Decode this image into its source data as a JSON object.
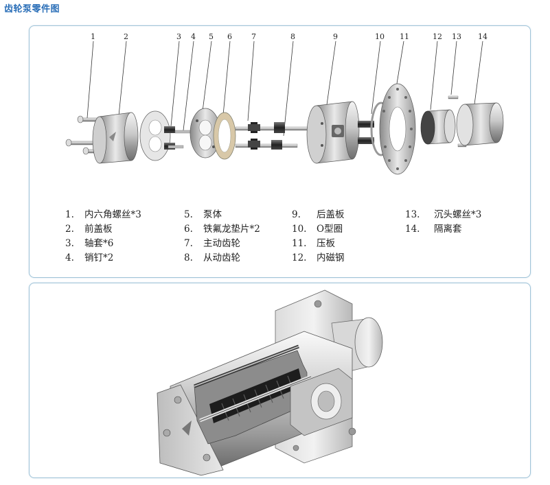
{
  "title": "齿轮泵零件图",
  "callout_numbers": [
    "1",
    "2",
    "3",
    "4",
    "5",
    "6",
    "7",
    "8",
    "9",
    "10",
    "11",
    "12",
    "13",
    "14"
  ],
  "legend": {
    "columns": [
      [
        {
          "num": "1.",
          "label": "内六角螺丝*3"
        },
        {
          "num": "2.",
          "label": "前盖板"
        },
        {
          "num": "3.",
          "label": "轴套*6"
        },
        {
          "num": "4.",
          "label": "销钉*2"
        }
      ],
      [
        {
          "num": "5.",
          "label": "泵体"
        },
        {
          "num": "6.",
          "label": "铁氟龙垫片*2"
        },
        {
          "num": "7.",
          "label": "主动齿轮"
        },
        {
          "num": "8.",
          "label": "从动齿轮"
        }
      ],
      [
        {
          "num": "9.",
          "label": "后盖板"
        },
        {
          "num": "10.",
          "label": "O型圈"
        },
        {
          "num": "11.",
          "label": "压板"
        },
        {
          "num": "12.",
          "label": "内磁钢"
        }
      ],
      [
        {
          "num": "13.",
          "label": "沉头螺丝*3"
        },
        {
          "num": "14.",
          "label": "隔离套"
        }
      ]
    ]
  }
}
